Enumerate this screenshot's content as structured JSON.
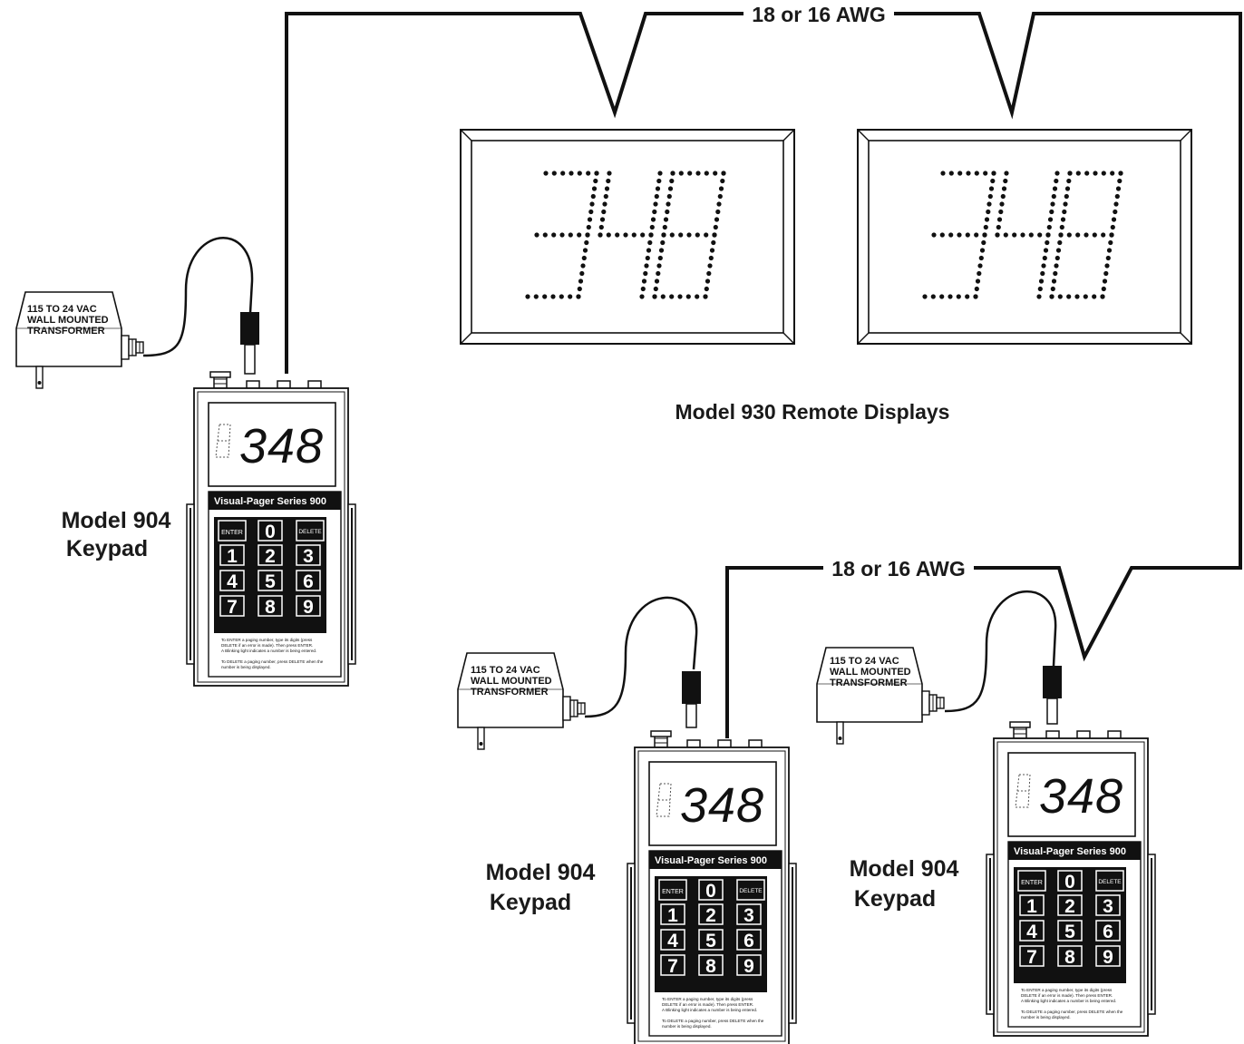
{
  "wire_labels": {
    "top": "18 or 16 AWG",
    "bottom": "18 or 16 AWG"
  },
  "remote_displays": {
    "caption": "Model 930 Remote Displays",
    "digits": "348"
  },
  "transformer": {
    "line1": "115 TO 24 VAC",
    "line2": "WALL MOUNTED",
    "line3": "TRANSFORMER"
  },
  "keypad": {
    "model_line1": "Model 904",
    "model_line2": "Keypad",
    "display_digits": "348",
    "series_title": "Visual-Pager Series 900",
    "keys": {
      "enter": "ENTER",
      "delete": "DELETE",
      "k0": "0",
      "k1": "1",
      "k2": "2",
      "k3": "3",
      "k4": "4",
      "k5": "5",
      "k6": "6",
      "k7": "7",
      "k8": "8",
      "k9": "9"
    },
    "instructions": {
      "line1": "To ENTER a paging number, type its digits (press",
      "line2": "DELETE if an error is made). Then press ENTER.",
      "line3": "A Blinking light indicates a number is being entered.",
      "line4": "To DELETE a paging number, press DELETE when the",
      "line5": "number is being displayed."
    }
  }
}
